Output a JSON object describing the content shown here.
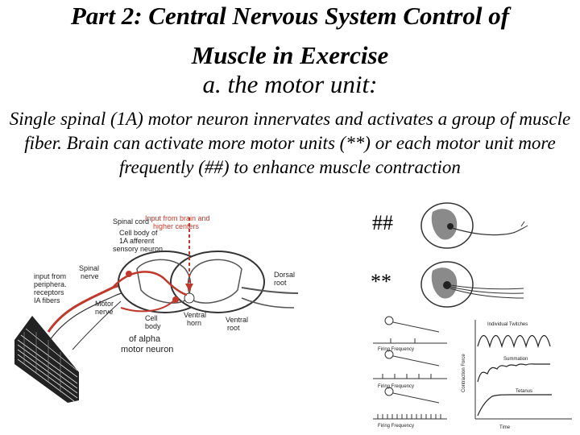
{
  "slide": {
    "title_line1": "Part 2: Central Nervous System Control of",
    "title_line2": "Muscle in Exercise",
    "subtitle": "a. the motor unit:",
    "body": "Single spinal (1A) motor neuron innervates and activates a group of muscle fiber.  Brain can activate more motor units (**) or each motor unit more frequently (##) to enhance muscle contraction"
  },
  "spinal_diagram": {
    "labels": {
      "input_brain_1": "Input from brain and",
      "input_brain_2": "higher centers",
      "spinal_cord": "Spinal cord",
      "cell_body_ia_1": "Cell body of",
      "cell_body_ia_2": "1A afferent",
      "cell_body_ia_3": "sensory neuron",
      "spinal_nerve_1": "Spinal",
      "spinal_nerve_2": "nerve",
      "input_periph_1": "input from",
      "input_periph_2": "periphera.",
      "input_periph_3": "receptors",
      "input_periph_4": "IA fibers",
      "dorsal_root_1": "Dorsal",
      "dorsal_root_2": "root",
      "motor_nerve_1": "Motor",
      "motor_nerve_2": "nerve",
      "cell_body_alpha_1": "Cell",
      "cell_body_alpha_2": "body",
      "cell_body_alpha_3": "of alpha",
      "cell_body_alpha_4": "motor neuron",
      "ventral_horn_1": "Ventral",
      "ventral_horn_2": "horn",
      "ventral_root_1": "Ventral",
      "ventral_root_2": "root"
    }
  },
  "recruitment_marks": {
    "frequency_mark": "##",
    "recruitment_mark": "**"
  },
  "frequency_panel": {
    "label1": "Firing Frequency",
    "label2": "Firing Frequency",
    "label3": "Firing Frequency"
  },
  "force_chart": {
    "ylabel": "Contraction Force",
    "xlabel": "Time",
    "label_twitches": "Individual Twitches",
    "label_summation": "Summation",
    "label_tetanus": "Tetanus"
  },
  "colors": {
    "neuron_red": "#c0392b",
    "gray_matter": "#8a8a8a"
  }
}
